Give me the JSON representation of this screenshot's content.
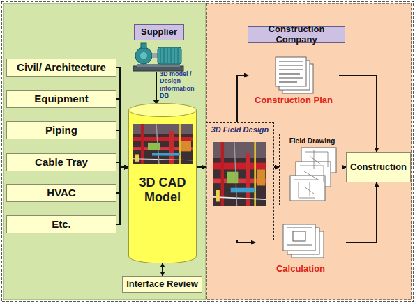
{
  "diagram": {
    "nodes": [
      {
        "text": [
          "Supplier"
        ]
      },
      {
        "text": [
          "Civil/ Architecture"
        ]
      },
      {
        "text": [
          "Equipment"
        ]
      },
      {
        "text": [
          "Piping"
        ]
      },
      {
        "text": [
          "Cable Tray"
        ]
      },
      {
        "text": [
          "HVAC"
        ]
      },
      {
        "text": [
          "Etc."
        ]
      },
      {
        "text": [
          "3D CAD Model"
        ]
      },
      {
        "text": [
          "Interface Review"
        ]
      },
      {
        "text": [
          "Construction Company"
        ]
      },
      {
        "text": [
          "3D Field Design"
        ]
      },
      {
        "text": [
          "Construction Plan"
        ]
      },
      {
        "text": [
          "Field Drawing"
        ]
      },
      {
        "text": [
          "Construction"
        ]
      },
      {
        "text": [
          "Calculation"
        ]
      }
    ],
    "edges": [
      {
        "from": 1,
        "to": 7,
        "arrow": "to"
      },
      {
        "from": 2,
        "to": 7,
        "arrow": "to"
      },
      {
        "from": 3,
        "to": 7,
        "arrow": "to"
      },
      {
        "from": 4,
        "to": 7,
        "arrow": "to"
      },
      {
        "from": 5,
        "to": 7,
        "arrow": "to"
      },
      {
        "from": 6,
        "to": 7,
        "arrow": "to"
      },
      {
        "from": 7,
        "to": 8,
        "arrow": "both"
      },
      {
        "from": 7,
        "to": 10,
        "arrow": "to"
      },
      {
        "from": 10,
        "to": 11,
        "arrow": "to"
      },
      {
        "from": 10,
        "to": 12,
        "arrow": "to"
      },
      {
        "from": 10,
        "to": 14,
        "arrow": "to"
      },
      {
        "from": 11,
        "to": 13,
        "arrow": "to"
      },
      {
        "from": 12,
        "to": 13,
        "arrow": "to"
      },
      {
        "from": 14,
        "to": 13,
        "arrow": "to"
      }
    ],
    "labels": [
      "3D model / Design information DB"
    ]
  }
}
